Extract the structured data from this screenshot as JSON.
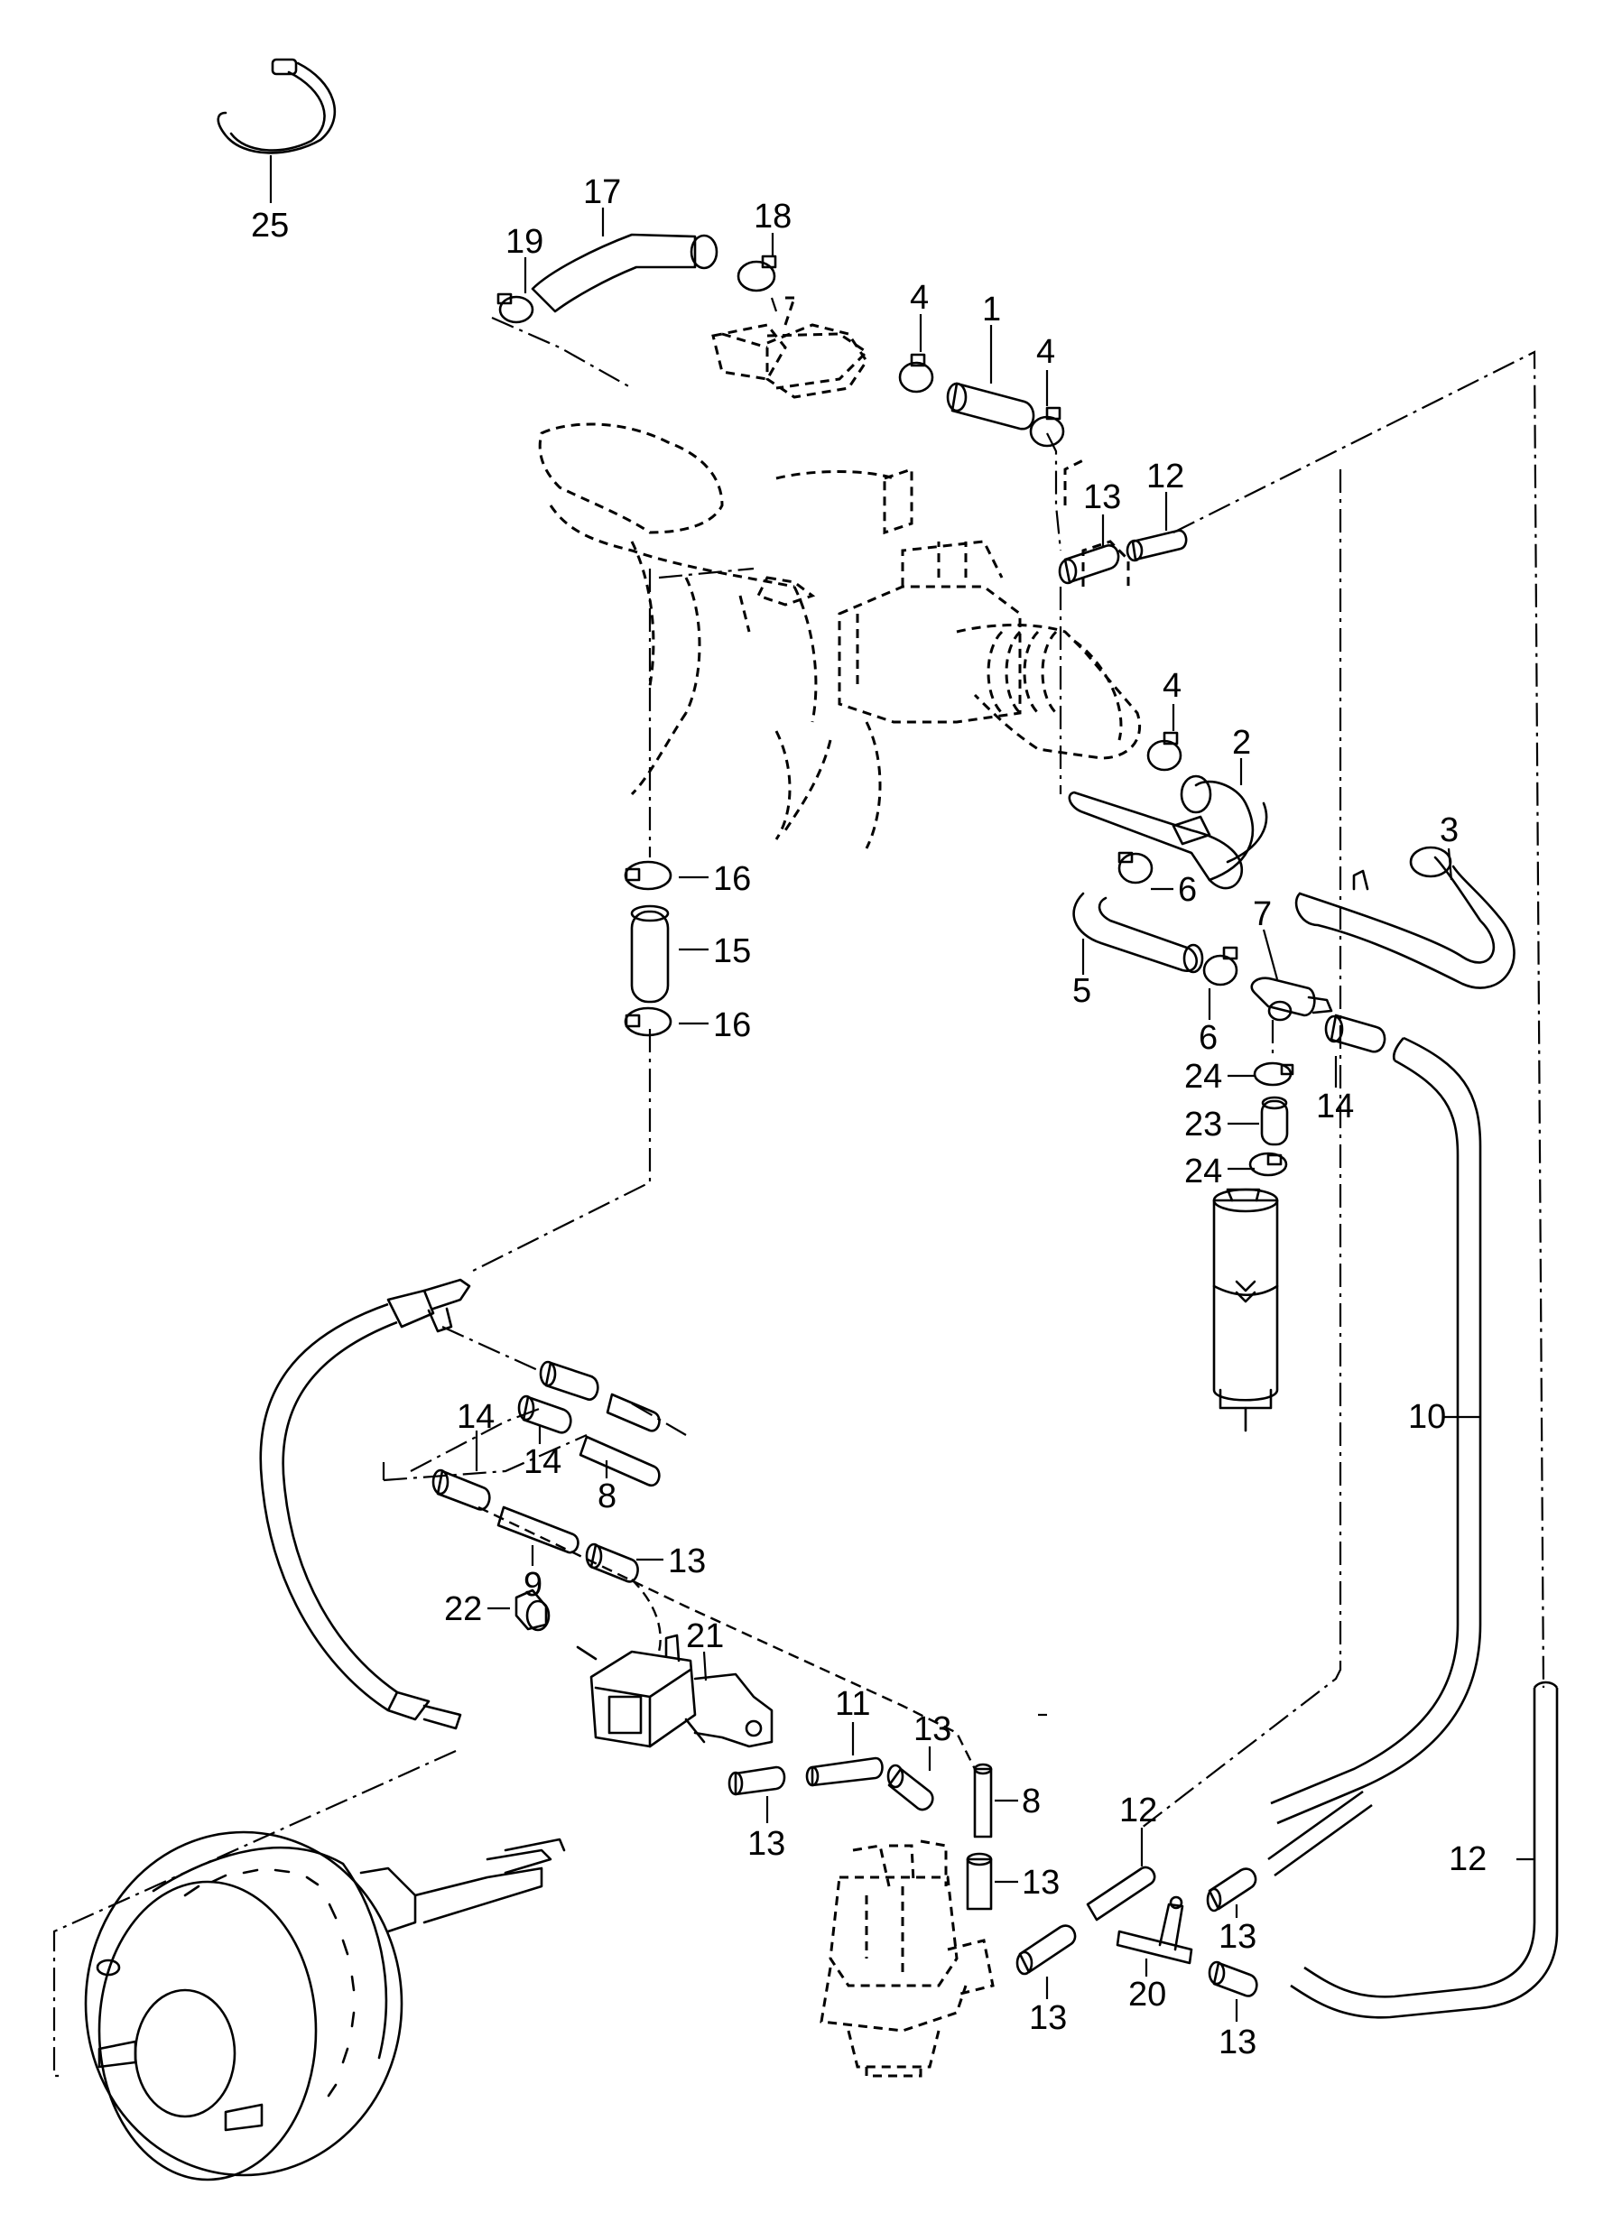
{
  "diagram": {
    "labels": [
      {
        "id": "c25",
        "text": "25"
      },
      {
        "id": "c17",
        "text": "17"
      },
      {
        "id": "c19",
        "text": "19"
      },
      {
        "id": "c18",
        "text": "18"
      },
      {
        "id": "c4a",
        "text": "4"
      },
      {
        "id": "c1",
        "text": "1"
      },
      {
        "id": "c4b",
        "text": "4"
      },
      {
        "id": "c13a",
        "text": "13"
      },
      {
        "id": "c12a",
        "text": "12"
      },
      {
        "id": "c4c",
        "text": "4"
      },
      {
        "id": "c2",
        "text": "2"
      },
      {
        "id": "c3",
        "text": "3"
      },
      {
        "id": "c6a",
        "text": "6"
      },
      {
        "id": "c7",
        "text": "7"
      },
      {
        "id": "c5",
        "text": "5"
      },
      {
        "id": "c6b",
        "text": "6"
      },
      {
        "id": "c16a",
        "text": "16"
      },
      {
        "id": "c15",
        "text": "15"
      },
      {
        "id": "c16b",
        "text": "16"
      },
      {
        "id": "c24a",
        "text": "24"
      },
      {
        "id": "c14a",
        "text": "14"
      },
      {
        "id": "c23",
        "text": "23"
      },
      {
        "id": "c24b",
        "text": "24"
      },
      {
        "id": "c10",
        "text": "10"
      },
      {
        "id": "c14b",
        "text": "14"
      },
      {
        "id": "c14c",
        "text": "14"
      },
      {
        "id": "c8a",
        "text": "8"
      },
      {
        "id": "c9",
        "text": "9"
      },
      {
        "id": "c13b",
        "text": "13"
      },
      {
        "id": "c22",
        "text": "22"
      },
      {
        "id": "c21",
        "text": "21"
      },
      {
        "id": "c11",
        "text": "11"
      },
      {
        "id": "c13c",
        "text": "13"
      },
      {
        "id": "c8b",
        "text": "8"
      },
      {
        "id": "c13d",
        "text": "13"
      },
      {
        "id": "c12b",
        "text": "12"
      },
      {
        "id": "c12c",
        "text": "12"
      },
      {
        "id": "c13e",
        "text": "13"
      },
      {
        "id": "c13f",
        "text": "13"
      },
      {
        "id": "c13g",
        "text": "13"
      },
      {
        "id": "c20",
        "text": "20"
      },
      {
        "id": "c13h",
        "text": "13"
      }
    ]
  }
}
